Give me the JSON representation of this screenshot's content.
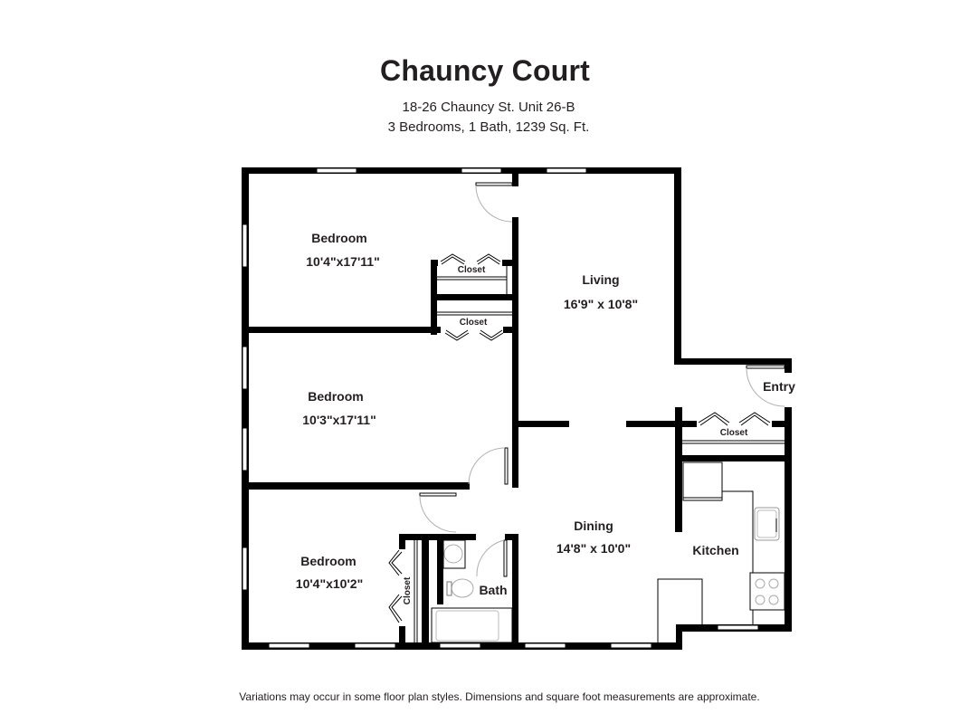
{
  "header": {
    "title": "Chauncy Court",
    "address": "18-26 Chauncy St. Unit 26-B",
    "summary": "3 Bedrooms, 1 Bath, 1239 Sq. Ft."
  },
  "rooms": {
    "bedroom1": {
      "label": "Bedroom",
      "dims": "10'4\"x17'11\""
    },
    "bedroom2": {
      "label": "Bedroom",
      "dims": "10'3\"x17'11\""
    },
    "bedroom3": {
      "label": "Bedroom",
      "dims": "10'4\"x10'2\""
    },
    "living": {
      "label": "Living",
      "dims": "16'9\" x 10'8\""
    },
    "dining": {
      "label": "Dining",
      "dims": "14'8\" x 10'0\""
    },
    "kitchen": {
      "label": "Kitchen"
    },
    "bath": {
      "label": "Bath"
    },
    "entry": {
      "label": "Entry"
    },
    "closet1": {
      "label": "Closet"
    },
    "closet2": {
      "label": "Closet"
    },
    "closet3": {
      "label": "Closet"
    },
    "closet4": {
      "label": "Closet"
    }
  },
  "footer": {
    "disclaimer": "Variations may occur in some floor plan styles. Dimensions and square foot measurements are approximate."
  },
  "colors": {
    "wall": "#000000",
    "text": "#231f20",
    "background": "#ffffff",
    "door_swing": "#b0b0b0"
  }
}
